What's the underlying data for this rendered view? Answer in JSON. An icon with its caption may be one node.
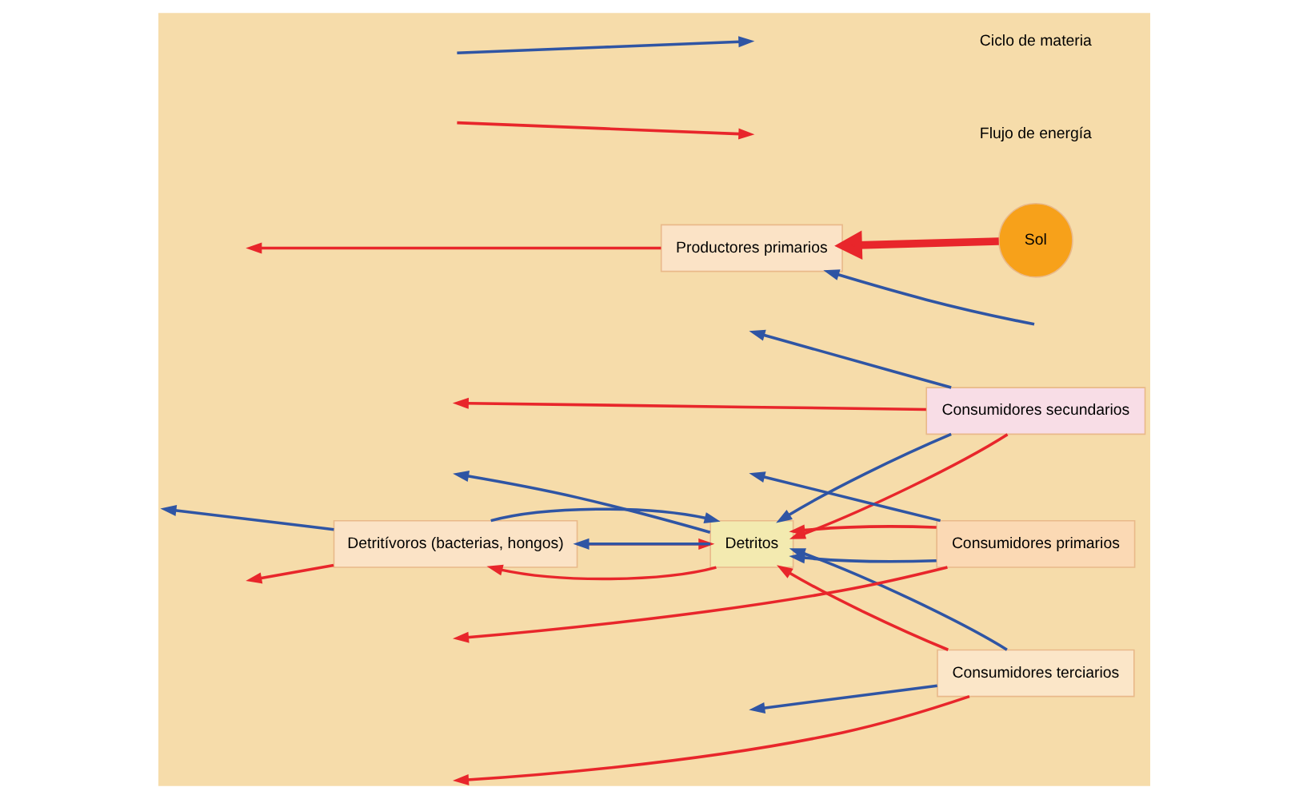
{
  "diagram": {
    "nodes": [
      {
        "text": [
          "Consumidores terciarios"
        ]
      },
      {
        "text": [
          "Detritívoros (bacterias, hongos)"
        ]
      },
      {
        "text": [
          "Consumidores secundarios"
        ]
      },
      {
        "text": [
          "Detritos"
        ]
      },
      {
        "text": [
          "Consumidores primarios"
        ]
      },
      {
        "text": [
          "Productores primarios"
        ]
      },
      {
        "text": [
          "Sol"
        ]
      }
    ],
    "edges": [
      {
        "from": 1,
        "to": 3,
        "arrow": "to",
        "color": "#e8262b"
      },
      {
        "from": 1,
        "to": 3,
        "arrow": "to",
        "color": "#2f55a4"
      },
      {
        "from": 3,
        "to": 1,
        "arrow": "to",
        "color": "#2f55a4"
      },
      {
        "from": 3,
        "to": 1,
        "arrow": "to",
        "color": "#e8262b"
      },
      {
        "from": 0,
        "to": 3,
        "arrow": "to",
        "color": "#e8262b"
      },
      {
        "from": 0,
        "to": 3,
        "arrow": "to",
        "color": "#2f55a4"
      },
      {
        "from": 2,
        "to": 3,
        "arrow": "to",
        "color": "#e8262b"
      },
      {
        "from": 2,
        "to": 3,
        "arrow": "to",
        "color": "#2f55a4"
      },
      {
        "from": 4,
        "to": 3,
        "arrow": "to",
        "color": "#2f55a4"
      },
      {
        "from": 4,
        "to": 3,
        "arrow": "to",
        "color": "#e8262b"
      },
      {
        "from": 1,
        "to": null,
        "arrow": "to",
        "color": "#2f55a4"
      },
      {
        "from": 1,
        "to": null,
        "arrow": "to",
        "color": "#e8262b"
      },
      {
        "from": 3,
        "to": null,
        "arrow": "to",
        "color": "#2f55a4"
      },
      {
        "from": 0,
        "to": null,
        "arrow": "to",
        "color": "#e8262b"
      },
      {
        "from": 0,
        "to": null,
        "arrow": "to",
        "color": "#2f55a4"
      },
      {
        "from": 2,
        "to": null,
        "arrow": "to",
        "color": "#e8262b"
      },
      {
        "from": 2,
        "to": null,
        "arrow": "to",
        "color": "#2f55a4"
      },
      {
        "from": 4,
        "to": null,
        "arrow": "to",
        "color": "#e8262b"
      },
      {
        "from": 4,
        "to": null,
        "arrow": "to",
        "color": "#2f55a4"
      },
      {
        "from": 5,
        "to": null,
        "arrow": "to",
        "color": "#e8262b"
      },
      {
        "from": null,
        "to": 5,
        "arrow": "to",
        "color": "#2f55a4"
      },
      {
        "from": 6,
        "to": 5,
        "arrow": "to",
        "style": "thick",
        "color": "#e8262b"
      }
    ],
    "legend": [
      {
        "text": "Ciclo de materia"
      },
      {
        "text": "Flujo de energía"
      }
    ]
  }
}
